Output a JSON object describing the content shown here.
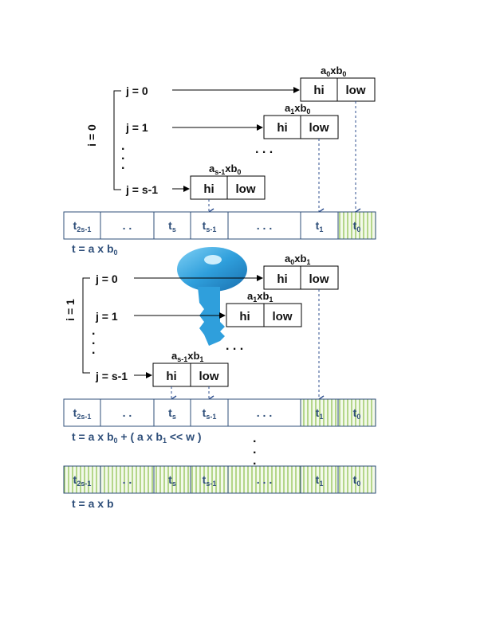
{
  "colors": {
    "register_text": "#2f4f7a",
    "hatch_line": "#8bbf4a",
    "hatch_fill": "#f3f9ea",
    "key_fill": "#3aa8e0",
    "dashed_arrow": "#2f4f8f"
  },
  "blocks": [
    {
      "i_label": "i = 0",
      "rows": [
        {
          "j_label": "j = 0",
          "product": {
            "a": "a",
            "a_sub": "0",
            "mid": "xb",
            "b_sub": "0"
          },
          "hi": "hi",
          "low": "low"
        },
        {
          "j_label": "j = 1",
          "product": {
            "a": "a",
            "a_sub": "1",
            "mid": "xb",
            "b_sub": "0"
          },
          "hi": "hi",
          "low": "low"
        },
        {
          "j_label": "j = s-1",
          "product": {
            "a": "a",
            "a_sub": "s-1",
            "mid": "xb",
            "b_sub": "0"
          },
          "hi": "hi",
          "low": "low"
        }
      ],
      "caption": {
        "text": "t = a x b",
        "sub": "0",
        "suffix": ""
      }
    },
    {
      "i_label": "i = 1",
      "rows": [
        {
          "j_label": "j = 0",
          "product": {
            "a": "a",
            "a_sub": "0",
            "mid": "xb",
            "b_sub": "1"
          },
          "hi": "hi",
          "low": "low"
        },
        {
          "j_label": "j = 1",
          "product": {
            "a": "a",
            "a_sub": "1",
            "mid": "xb",
            "b_sub": "1"
          },
          "hi": "hi",
          "low": "low"
        },
        {
          "j_label": "j = s-1",
          "product": {
            "a": "a",
            "a_sub": "s-1",
            "mid": "xb",
            "b_sub": "1"
          },
          "hi": "hi",
          "low": "low"
        }
      ],
      "caption": {
        "text": "t = a x b",
        "sub": "0",
        "suffix": " + ( a x b",
        "sub2": "1",
        "suffix2": " << w )"
      }
    }
  ],
  "register_cells": [
    {
      "base": "t",
      "sub": "2s-1"
    },
    {
      "base": ". .",
      "sub": ""
    },
    {
      "base": "t",
      "sub": "s"
    },
    {
      "base": "t",
      "sub": "s-1"
    },
    {
      "base": ". . .",
      "sub": ""
    },
    {
      "base": "t",
      "sub": "1"
    },
    {
      "base": "t",
      "sub": "0"
    }
  ],
  "registers": [
    {
      "hatched": [
        false,
        false,
        false,
        false,
        false,
        false,
        true
      ]
    },
    {
      "hatched": [
        false,
        false,
        false,
        false,
        false,
        true,
        true
      ]
    },
    {
      "hatched": [
        true,
        true,
        true,
        true,
        true,
        true,
        true
      ]
    }
  ],
  "final_caption": "t = a x b",
  "ellipsis": ". . ."
}
